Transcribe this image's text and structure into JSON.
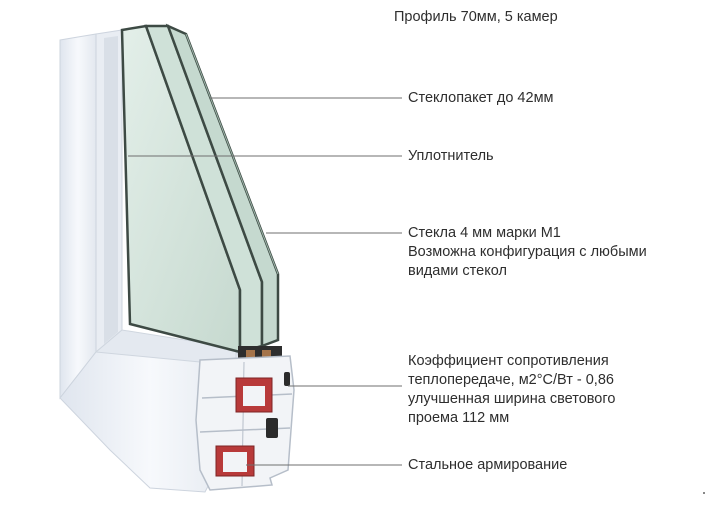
{
  "callouts": [
    {
      "id": "profile",
      "lines": [
        "Профиль 70мм, 5 камер"
      ]
    },
    {
      "id": "glass-unit",
      "lines": [
        "Стеклопакет до 42мм"
      ]
    },
    {
      "id": "seal",
      "lines": [
        "Уплотнитель"
      ]
    },
    {
      "id": "glass",
      "lines": [
        "Стекла 4 мм марки М1",
        "Возможна конфигурация с любыми",
        "видами стекол"
      ]
    },
    {
      "id": "heat",
      "lines": [
        "Коэффициент сопротивления",
        "теплопередаче, м2°С/Вт - 0,86",
        "улучшенная ширина светового",
        "проема 112 мм"
      ]
    },
    {
      "id": "steel",
      "lines": [
        "Стальное армирование"
      ]
    }
  ],
  "colors": {
    "leader_line": "#6f6f6f",
    "glass_fill": "#d3e4dc",
    "glass_edge": "#3d4a44",
    "frame_white": "#eef1f5",
    "steel_red": "#b83a3a",
    "gasket_dark": "#2b2b2b",
    "spacer_brown": "#a5744a"
  }
}
